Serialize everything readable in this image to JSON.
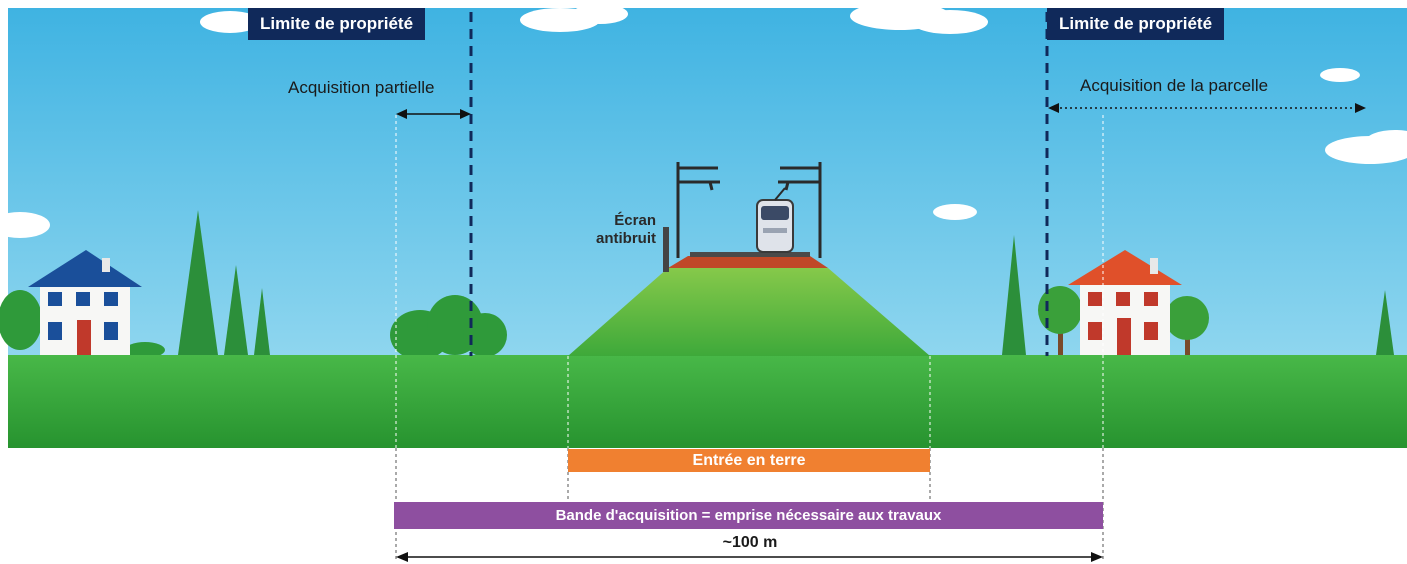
{
  "property_limit_left": "Limite de propriété",
  "property_limit_right": "Limite de propriété",
  "partial_acquisition": "Acquisition partielle",
  "parcel_acquisition": "Acquisition de la parcelle",
  "noise_barrier_line1": "Écran",
  "noise_barrier_line2": "antibruit",
  "earthwork_label": "Entrée en terre",
  "acquisition_band_label": "Bande d'acquisition = emprise nécessaire aux travaux",
  "distance_label": "~100 m",
  "colors": {
    "sky": "#5cc0e6",
    "grass": "#3aa83e",
    "navy": "#10295a",
    "orange": "#f08030",
    "purple": "#8e4fa0"
  }
}
